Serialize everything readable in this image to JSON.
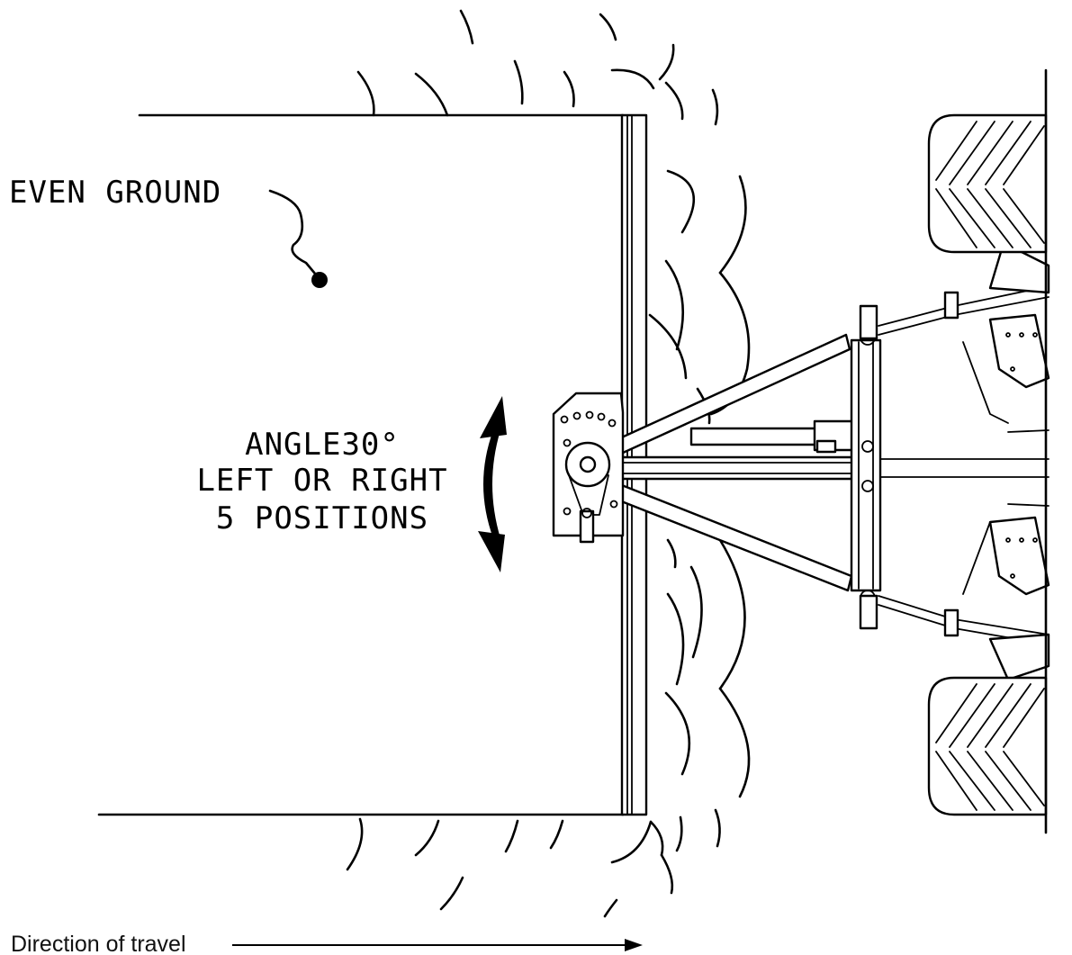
{
  "labels": {
    "surface": "EVEN GROUND",
    "angle_line1": "ANGLE30°",
    "angle_line2": "LEFT OR RIGHT",
    "angle_line3": "5 POSITIONS",
    "travel": "Direction of travel"
  },
  "icons": {
    "angle_arrow": "double-curved-arrow-icon",
    "travel_arrow": "arrow-right-icon",
    "leader_dot": "leader-dot-icon"
  },
  "colors": {
    "ink": "#000000",
    "background": "#ffffff"
  }
}
